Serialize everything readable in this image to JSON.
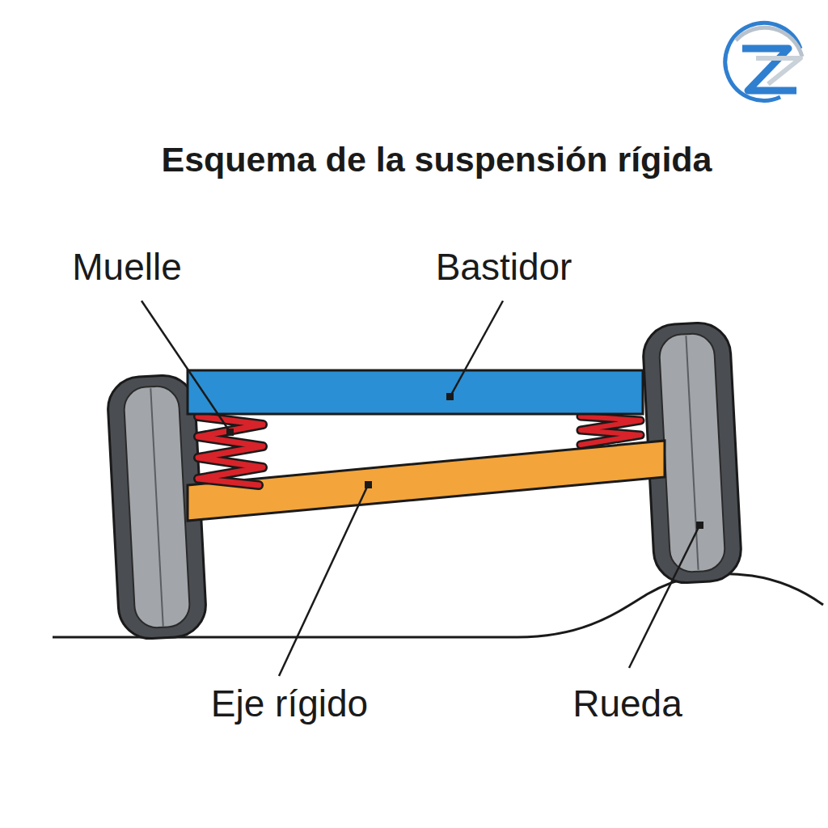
{
  "diagram": {
    "title": "Esquema de la suspensión rígida",
    "labels": [
      "Muelle",
      "Bastidor",
      "Eje rígido",
      "Rueda"
    ]
  }
}
